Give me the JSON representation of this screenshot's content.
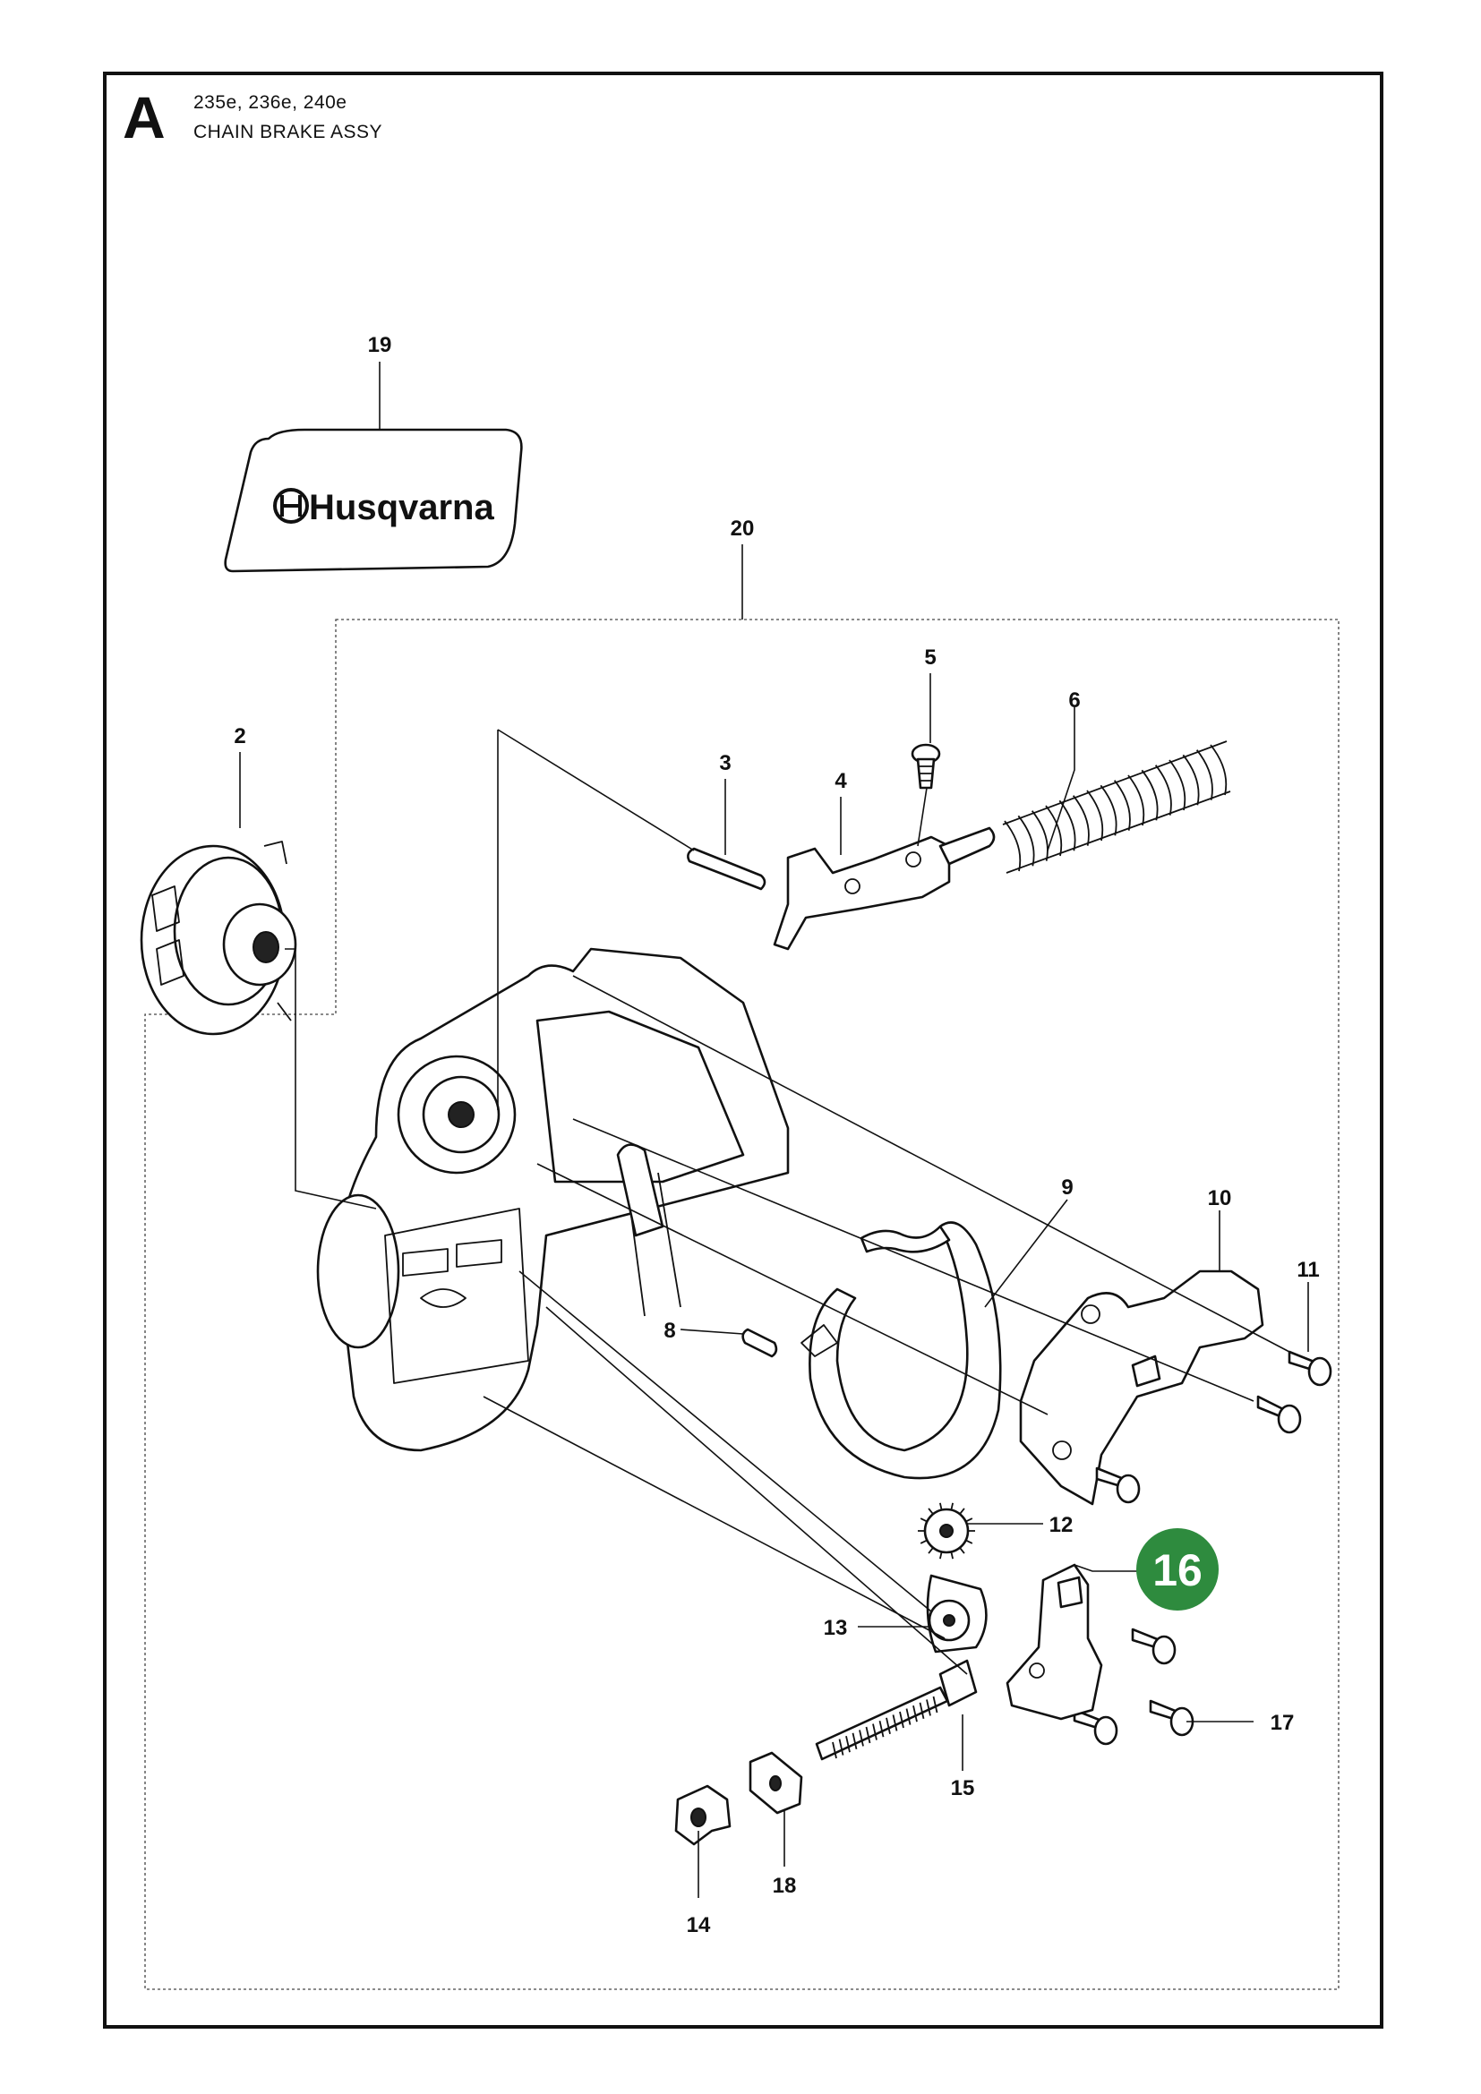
{
  "header": {
    "section_letter": "A",
    "models": "235e, 236e, 240e",
    "title": "CHAIN BRAKE ASSY"
  },
  "logo": {
    "text": "Husqvarna"
  },
  "highlight": {
    "label": "16",
    "color": "#2e8b3e"
  },
  "callouts": [
    {
      "id": "c19",
      "label": "19"
    },
    {
      "id": "c20",
      "label": "20"
    },
    {
      "id": "c2",
      "label": "2"
    },
    {
      "id": "c3",
      "label": "3"
    },
    {
      "id": "c4",
      "label": "4"
    },
    {
      "id": "c5",
      "label": "5"
    },
    {
      "id": "c6",
      "label": "6"
    },
    {
      "id": "c8",
      "label": "8"
    },
    {
      "id": "c9",
      "label": "9"
    },
    {
      "id": "c10",
      "label": "10"
    },
    {
      "id": "c11",
      "label": "11"
    },
    {
      "id": "c12",
      "label": "12"
    },
    {
      "id": "c13",
      "label": "13"
    },
    {
      "id": "c14",
      "label": "14"
    },
    {
      "id": "c15",
      "label": "15"
    },
    {
      "id": "c17",
      "label": "17"
    },
    {
      "id": "c18",
      "label": "18"
    }
  ]
}
